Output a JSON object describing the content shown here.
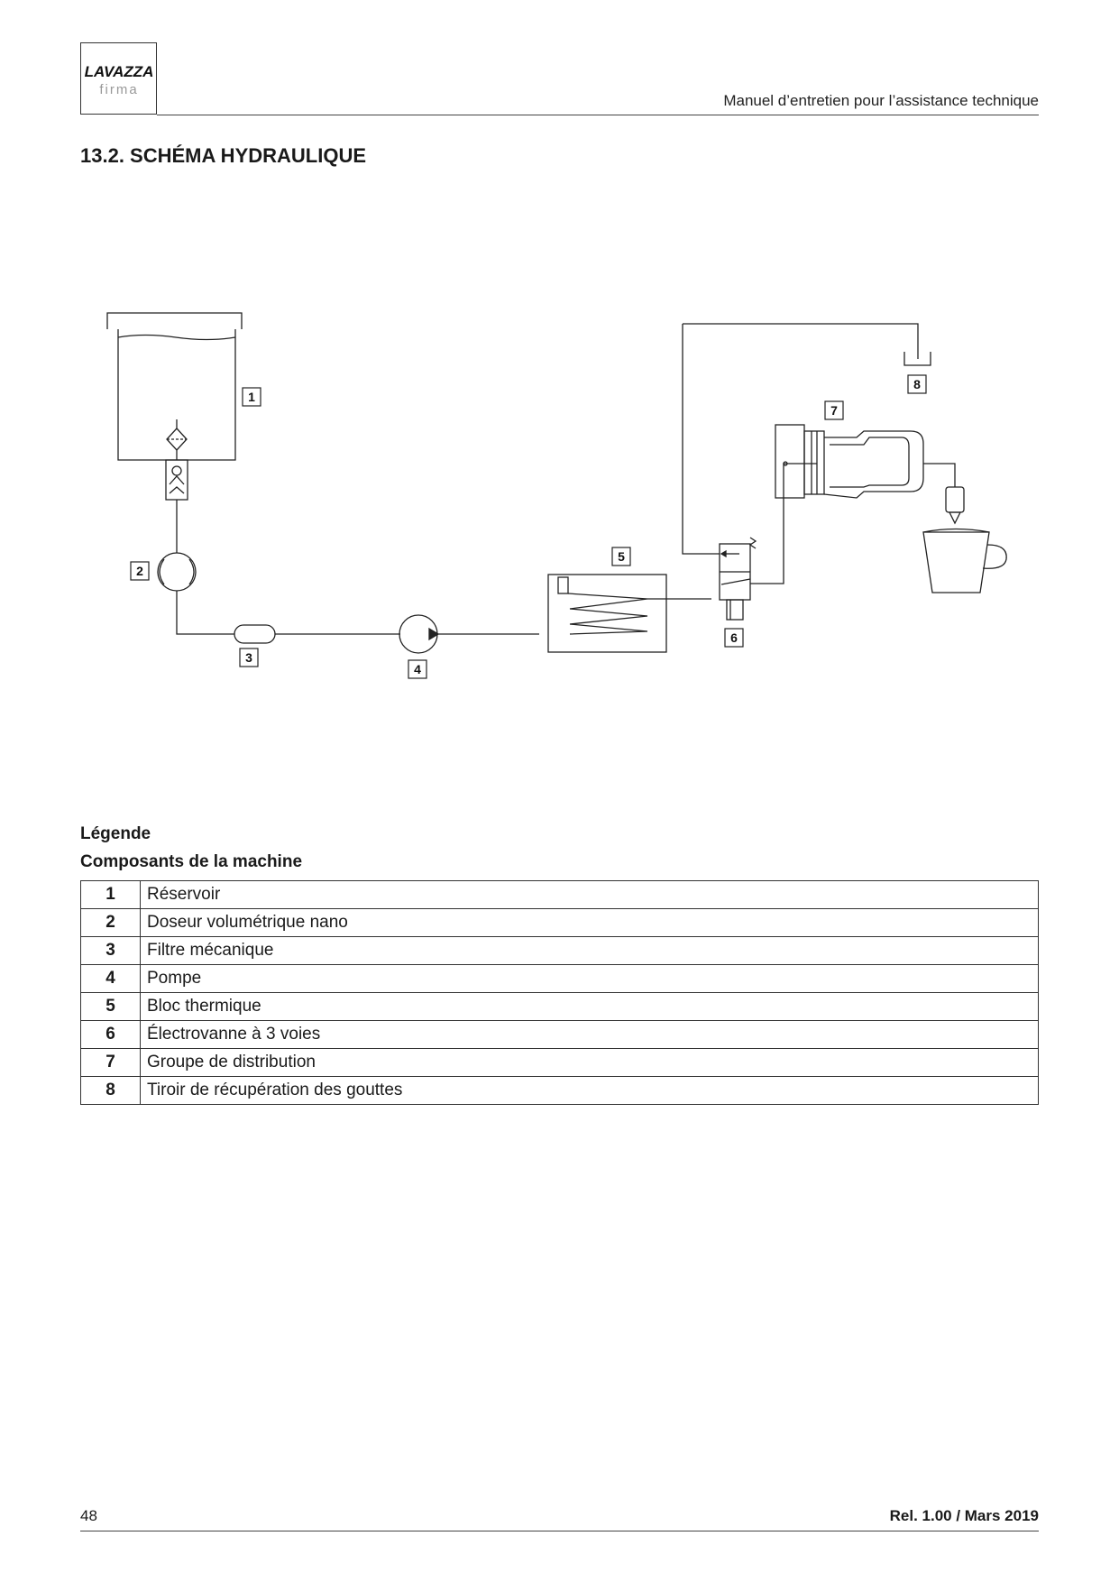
{
  "header": {
    "brand": "LAVAZZA",
    "brand_sub": "firma",
    "title": "Manuel d’entretien pour l’assistance technique"
  },
  "section": {
    "title": "13.2. SCHÉMA HYDRAULIQUE"
  },
  "diagram": {
    "labels": [
      "1",
      "2",
      "3",
      "4",
      "5",
      "6",
      "7",
      "8"
    ]
  },
  "legend": {
    "title": "Légende",
    "subtitle": "Composants de la machine",
    "rows": [
      {
        "num": "1",
        "label": "Réservoir"
      },
      {
        "num": "2",
        "label": "Doseur volumétrique nano"
      },
      {
        "num": "3",
        "label": "Filtre mécanique"
      },
      {
        "num": "4",
        "label": "Pompe"
      },
      {
        "num": "5",
        "label": "Bloc thermique"
      },
      {
        "num": "6",
        "label": "Électrovanne à 3 voies"
      },
      {
        "num": "7",
        "label": "Groupe de distribution"
      },
      {
        "num": "8",
        "label": "Tiroir de récupération des gouttes"
      }
    ]
  },
  "footer": {
    "page_number": "48",
    "release": "Rel. 1.00 / Mars 2019"
  }
}
